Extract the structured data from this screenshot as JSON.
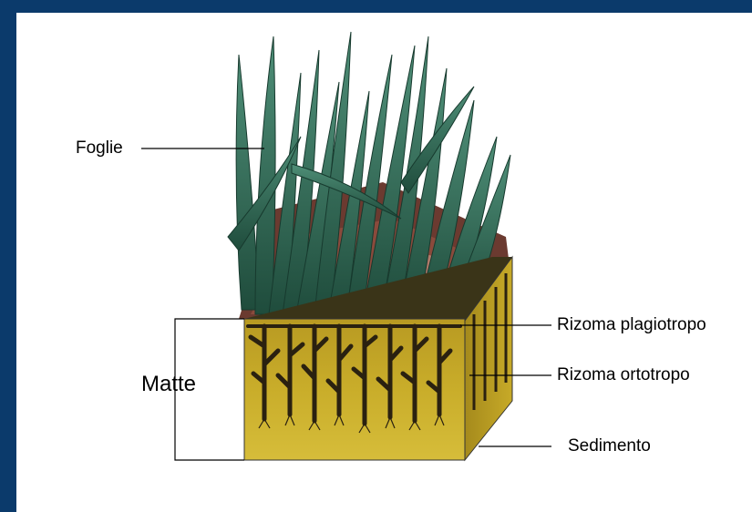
{
  "labels": {
    "leaves": "Foglie",
    "matte": "Matte",
    "rhizome_plagiotropic": "Rizoma plagiotropo",
    "rhizome_orthotropic": "Rizoma ortotropo",
    "sediment": "Sedimento"
  },
  "colors": {
    "background": "#0b3a6b",
    "panel": "#ffffff",
    "sediment": "#c9ad2a",
    "leaf": "#2f6a52",
    "rhizome": "#2a2110"
  }
}
